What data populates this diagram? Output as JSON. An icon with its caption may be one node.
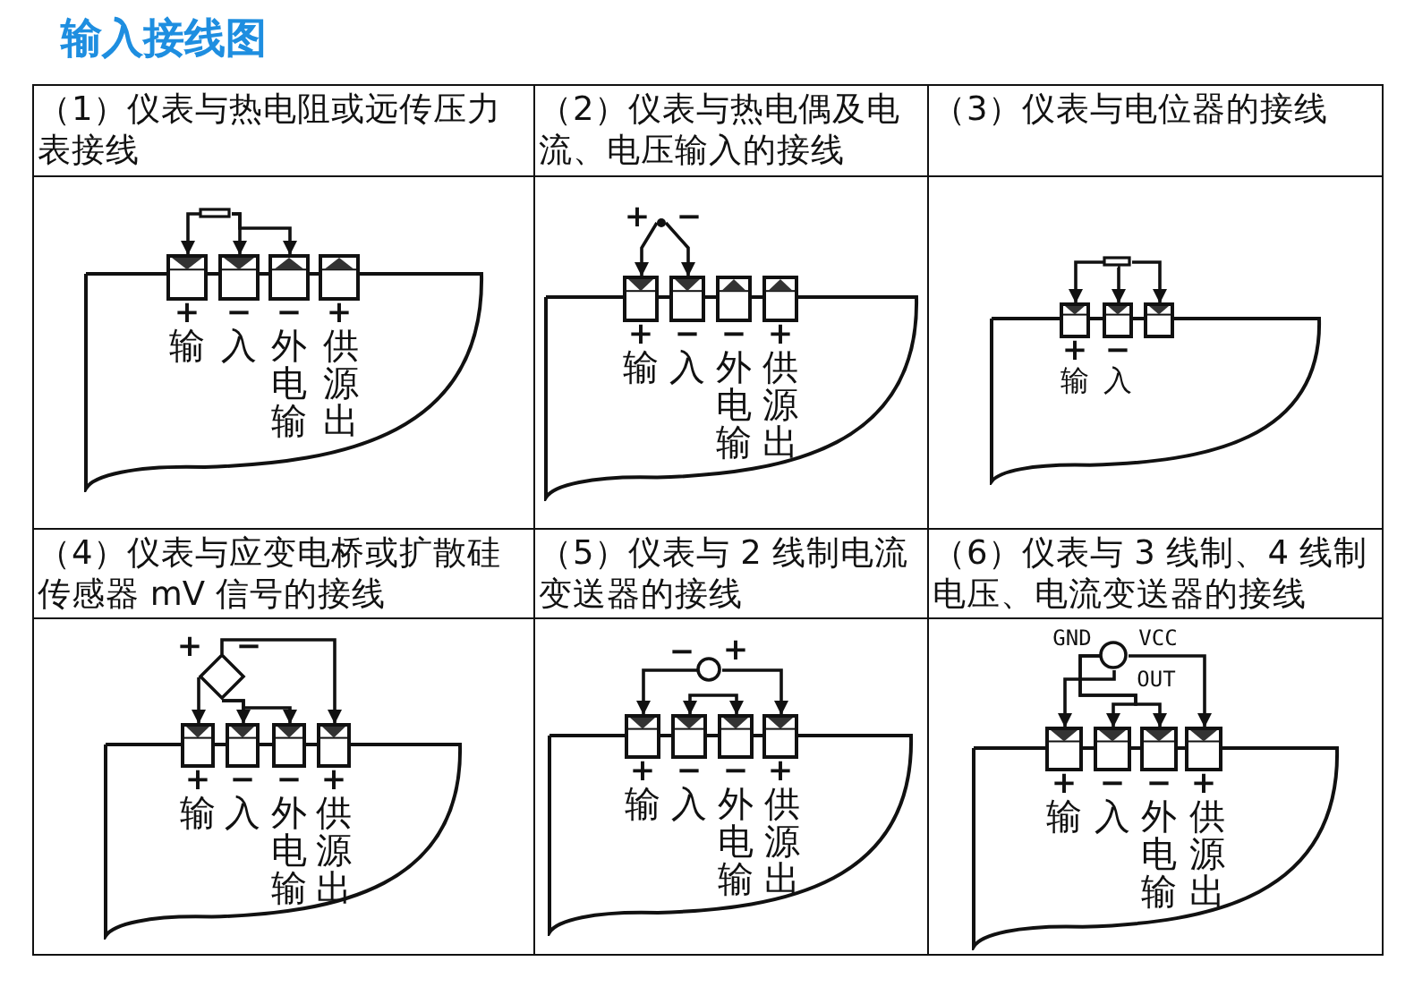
{
  "diagram": {
    "title": "输入接线图",
    "nodes": [
      {
        "text": [
          "（1）仪表与热电阻或远传压力表接线"
        ]
      },
      {
        "text": [],
        "shape": "box",
        "in": 0
      },
      {
        "text": [],
        "shape": "box",
        "in": 0
      },
      {
        "text": [],
        "shape": "box",
        "in": 0
      },
      {
        "text": [],
        "shape": "box",
        "in": 0
      },
      {
        "text": [],
        "shape": "box",
        "in": 0
      },
      {
        "text": [
          "（2）仪表与热电偶及电流、电压输入的接线"
        ]
      },
      {
        "text": [],
        "shape": "point",
        "in": 6
      },
      {
        "text": [],
        "shape": "box",
        "in": 6
      },
      {
        "text": [],
        "shape": "box",
        "in": 6
      },
      {
        "text": [],
        "shape": "box",
        "in": 6
      },
      {
        "text": [],
        "shape": "box",
        "in": 6
      },
      {
        "text": [
          "（3）仪表与电位器的接线"
        ]
      },
      {
        "text": [],
        "shape": "box",
        "in": 12
      },
      {
        "text": [],
        "shape": "box",
        "in": 12
      },
      {
        "text": [],
        "shape": "box",
        "in": 12
      },
      {
        "text": [],
        "shape": "box",
        "in": 12
      },
      {
        "text": [
          "（4）仪表与应变电桥或扩散硅传感器 mV 信号的接线"
        ]
      },
      {
        "text": [],
        "shape": "diamond",
        "in": 17
      },
      {
        "text": [],
        "shape": "box",
        "in": 17
      },
      {
        "text": [],
        "shape": "box",
        "in": 17
      },
      {
        "text": [],
        "shape": "box",
        "in": 17
      },
      {
        "text": [],
        "shape": "box",
        "in": 17
      },
      {
        "text": [
          "（5）仪表与 2 线制电流变送器的接线"
        ]
      },
      {
        "text": [],
        "shape": "circle",
        "in": 23
      },
      {
        "text": [],
        "shape": "box",
        "in": 23
      },
      {
        "text": [],
        "shape": "box",
        "in": 23
      },
      {
        "text": [],
        "shape": "box",
        "in": 23
      },
      {
        "text": [],
        "shape": "box",
        "in": 23
      },
      {
        "text": [
          "（6）仪表与 3 线制、4 线制电压、电流变送器的接线"
        ]
      },
      {
        "text": [],
        "shape": "circle",
        "in": 29
      },
      {
        "text": [],
        "shape": "box",
        "in": 29
      },
      {
        "text": [],
        "shape": "box",
        "in": 29
      },
      {
        "text": [],
        "shape": "box",
        "in": 29
      },
      {
        "text": [],
        "shape": "box",
        "in": 29
      }
    ],
    "edges": [
      {
        "from": 1,
        "to": 2,
        "arrow": "to"
      },
      {
        "from": 1,
        "to": 3,
        "arrow": "to"
      },
      {
        "from": 1,
        "to": 4,
        "arrow": "to"
      },
      {
        "from": 7,
        "to": 8,
        "arrow": "to"
      },
      {
        "from": 7,
        "to": 9,
        "arrow": "to"
      },
      {
        "from": 13,
        "to": 14,
        "arrow": "to"
      },
      {
        "from": 13,
        "to": 15,
        "arrow": "to"
      },
      {
        "from": 13,
        "to": 16,
        "arrow": "to"
      },
      {
        "from": 18,
        "to": 19,
        "arrow": "to"
      },
      {
        "from": 18,
        "to": 20,
        "arrow": "to"
      },
      {
        "from": 18,
        "to": 21,
        "arrow": "to"
      },
      {
        "from": 18,
        "to": 22,
        "arrow": "to"
      },
      {
        "from": 24,
        "to": 25,
        "arrow": "to"
      },
      {
        "from": 24,
        "to": 28,
        "arrow": "to"
      },
      {
        "from": 26,
        "to": 27,
        "arrow": "both"
      },
      {
        "from": 30,
        "to": 31,
        "arrow": "to"
      },
      {
        "from": 30,
        "to": 32,
        "arrow": "to"
      },
      {
        "from": 30,
        "to": 33,
        "arrow": "to"
      },
      {
        "from": 30,
        "to": 34,
        "arrow": "to"
      }
    ],
    "labels": [
      "+",
      "−",
      "−",
      "+",
      "输入",
      "外供电源输出",
      "+",
      "−",
      "+",
      "−",
      "−",
      "+",
      "输入",
      "外供电源输出",
      "+",
      "−",
      "输入",
      "+",
      "−",
      "+",
      "−",
      "−",
      "+",
      "输入",
      "外供电源输出",
      "−",
      "+",
      "+",
      "−",
      "−",
      "+",
      "输入",
      "外供电源输出",
      "GND",
      "VCC",
      "OUT",
      "+",
      "−",
      "−",
      "+",
      "输入",
      "外供电源输出"
    ]
  }
}
